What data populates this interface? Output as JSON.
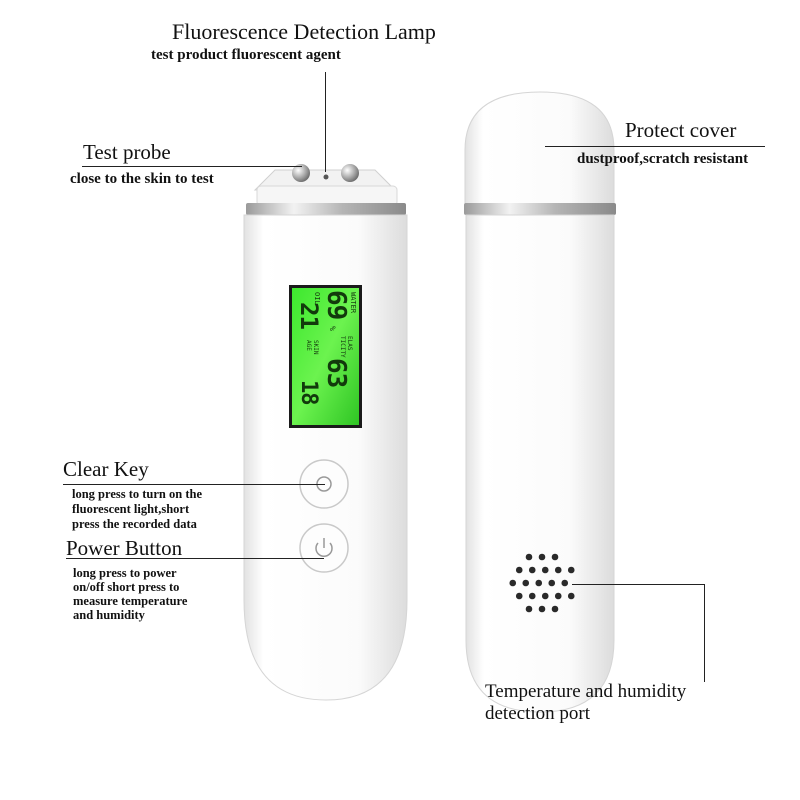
{
  "fluorescence": {
    "title": "Fluorescence Detection Lamp",
    "desc": "test product fluorescent agent"
  },
  "test_probe": {
    "title": "Test probe",
    "desc": "close to the skin to test"
  },
  "protect_cover": {
    "title": "Protect cover",
    "desc": "dustproof,scratch resistant"
  },
  "clear_key": {
    "title": "Clear Key",
    "desc_lines": [
      "long press to turn on the",
      "fluorescent light,short",
      "press the recorded data"
    ]
  },
  "power_button": {
    "title": "Power Button",
    "desc_lines": [
      "long press to power",
      "on/off short press to",
      "measure temperature",
      "and humidity"
    ]
  },
  "temp_port": {
    "title_lines": [
      "Temperature and humidity",
      "detection port"
    ]
  },
  "lcd": {
    "water_label": "WATER",
    "water_value": "69",
    "oil_label": "OIL",
    "oil_value": "21",
    "elas_label": "ELAS TICITY",
    "elas_value": "63",
    "skin_age_label": "SKIN AGE",
    "skin_age_value": "18",
    "percent": "%",
    "backlight_color": "#4cf23a"
  },
  "colors": {
    "device_body": "#f7f7f7",
    "metal_ring": "#c8c8c8",
    "line": "#222222"
  }
}
